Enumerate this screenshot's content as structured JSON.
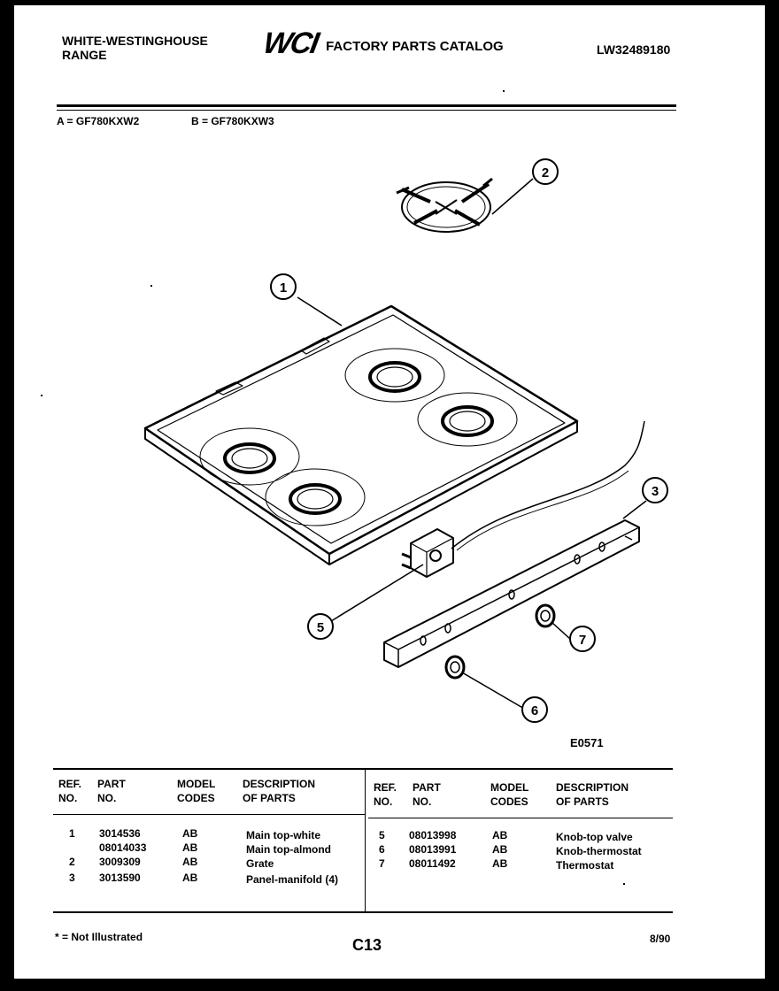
{
  "header": {
    "brand_line1": "WHITE-WESTINGHOUSE",
    "brand_line2": "RANGE",
    "logo": "WCI",
    "catalog_title": "FACTORY PARTS CATALOG",
    "doc_number": "LW32489180"
  },
  "models": {
    "a": "A = GF780KXW2",
    "b": "B = GF780KXW3"
  },
  "diagram": {
    "callouts": [
      "1",
      "2",
      "3",
      "5",
      "6",
      "7"
    ],
    "figure_code": "E0571"
  },
  "table": {
    "headers": {
      "ref_line1": "REF.",
      "ref_line2": "NO.",
      "part_line1": "PART",
      "part_line2": "NO.",
      "model_line1": "MODEL",
      "model_line2": "CODES",
      "desc_line1": "DESCRIPTION",
      "desc_line2": "OF PARTS"
    },
    "left_rows": [
      {
        "ref": "1",
        "part": "3014536",
        "codes": "AB",
        "desc": "Main top-white"
      },
      {
        "ref": "",
        "part": "08014033",
        "codes": "AB",
        "desc": "Main top-almond"
      },
      {
        "ref": "2",
        "part": "3009309",
        "codes": "AB",
        "desc": "Grate"
      },
      {
        "ref": "3",
        "part": "3013590",
        "codes": "AB",
        "desc": "Panel-manifold (4)"
      }
    ],
    "right_rows": [
      {
        "ref": "5",
        "part": "08013998",
        "codes": "AB",
        "desc": "Knob-top valve"
      },
      {
        "ref": "6",
        "part": "08013991",
        "codes": "AB",
        "desc": "Knob-thermostat"
      },
      {
        "ref": "7",
        "part": "08011492",
        "codes": "AB",
        "desc": "Thermostat"
      }
    ]
  },
  "footer": {
    "note": "* = Not Illustrated",
    "page": "C13",
    "date": "8/90"
  }
}
